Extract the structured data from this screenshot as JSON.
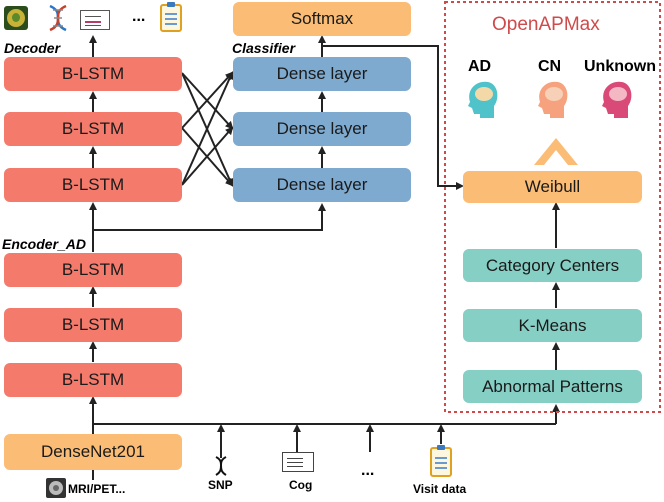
{
  "decoder": {
    "label": "Decoder",
    "lstm": [
      "B-LSTM",
      "B-LSTM",
      "B-LSTM"
    ]
  },
  "classifier": {
    "label": "Classifier",
    "dense": [
      "Dense layer",
      "Dense layer",
      "Dense layer"
    ],
    "softmax": "Softmax"
  },
  "encoder": {
    "label": "Encoder_AD",
    "lstm": [
      "B-LSTM",
      "B-LSTM",
      "B-LSTM"
    ]
  },
  "backbone": "DenseNet201",
  "inputs": {
    "mri": "MRI/PET...",
    "snp": "SNP",
    "cog": "Cog",
    "ellipsis": "...",
    "visit": "Visit data"
  },
  "outputs_top_ellipsis": "...",
  "openapmax": {
    "title": "OpenAPMax",
    "classes": [
      "AD",
      "CN",
      "Unknown"
    ],
    "weibull": "Weibull",
    "centers": "Category Centers",
    "kmeans": "K-Means",
    "patterns": "Abnormal Patterns"
  },
  "colors": {
    "lstm": "#f47a6c",
    "dense": "#7faad0",
    "orange": "#fbbd76",
    "teal": "#86cfc4",
    "border": "#d04a4a"
  }
}
